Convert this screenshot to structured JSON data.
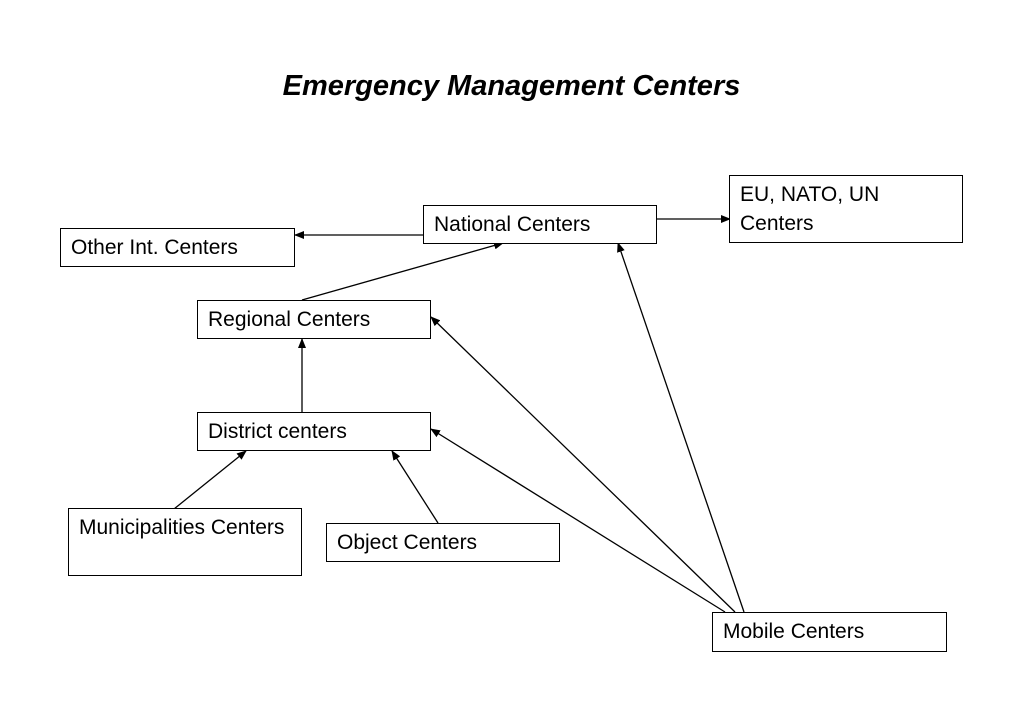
{
  "title": "Emergency Management Centers",
  "nodes": {
    "national": "National Centers",
    "eu_nato_un": "EU, NATO, UN Centers",
    "other_int": "Other Int. Centers",
    "regional": "Regional Centers",
    "district": "District centers",
    "municipalities": "Municipalities Centers",
    "object": "Object Centers",
    "mobile": "Mobile Centers"
  }
}
